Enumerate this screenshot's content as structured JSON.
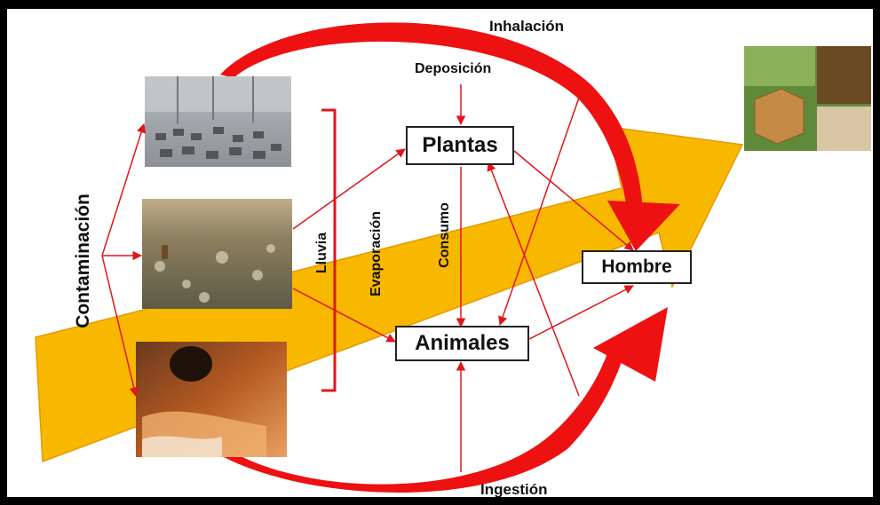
{
  "labels": {
    "inhalacion": "Inhalación",
    "deposicion": "Deposición",
    "ingestion": "Ingestión",
    "contaminacion": "Contaminación",
    "lluvia": "Lluvia",
    "evaporacion": "Evaporación",
    "consumo": "Consumo"
  },
  "nodes": {
    "plantas": "Plantas",
    "hombre": "Hombre",
    "animales": "Animales"
  },
  "colors": {
    "arrow_fill": "#f9b800",
    "arrow_stroke": "#e49a00",
    "flow_red": "#e0161b",
    "curve_red": "#ee1111"
  },
  "images": [
    "traffic-smog-photo",
    "garbage-dump-photo",
    "sewage-pipe-photo",
    "beehive-photo"
  ]
}
